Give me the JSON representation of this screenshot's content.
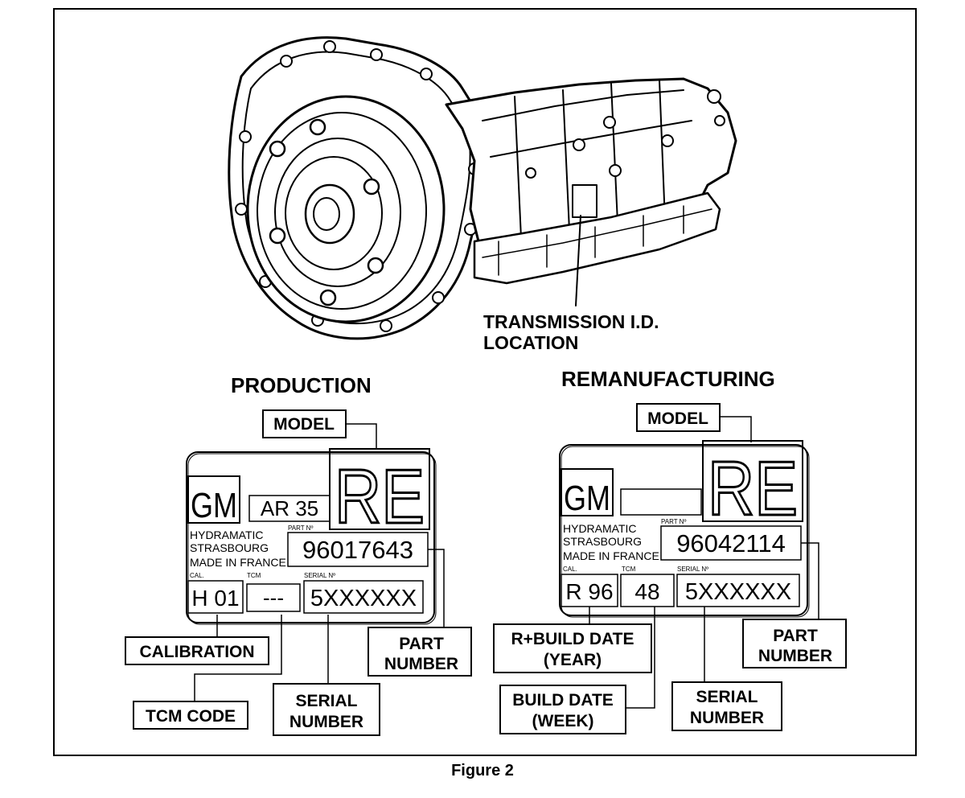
{
  "figure": {
    "caption": "Figure 2",
    "transmission_id_label_line1": "TRANSMISSION I.D.",
    "transmission_id_label_line2": "LOCATION"
  },
  "production": {
    "heading": "PRODUCTION",
    "model_label": "MODEL",
    "plate": {
      "brand": "GM",
      "model_code": "AR 35",
      "model_letters": "RE",
      "maker_line1": "HYDRAMATIC",
      "maker_line2": "STRASBOURG",
      "maker_line3": "MADE IN FRANCE",
      "part_no_caption": "PART Nº",
      "part_no": "96017643",
      "cal_caption": "CAL.",
      "cal_value": "H 01",
      "tcm_caption": "TCM",
      "tcm_value": "---",
      "serial_caption": "SERIAL Nº",
      "serial_value": "5XXXXXX"
    },
    "callouts": {
      "calibration": "CALIBRATION",
      "tcm_code": "TCM CODE",
      "serial_line1": "SERIAL",
      "serial_line2": "NUMBER",
      "part_line1": "PART",
      "part_line2": "NUMBER"
    }
  },
  "remanufacturing": {
    "heading": "REMANUFACTURING",
    "model_label": "MODEL",
    "plate": {
      "brand": "GM",
      "model_letters": "RE",
      "maker_line1": "HYDRAMATIC",
      "maker_line2": "STRASBOURG",
      "maker_line3": "MADE IN FRANCE",
      "part_no_caption": "PART Nº",
      "part_no": "96042114",
      "cal_caption": "CAL.",
      "cal_value": "R 96",
      "tcm_caption": "TCM",
      "tcm_value": "48",
      "serial_caption": "SERIAL Nº",
      "serial_value": "5XXXXXX"
    },
    "callouts": {
      "build_year_line1": "R+BUILD DATE",
      "build_year_line2": "(YEAR)",
      "build_week_line1": "BUILD DATE",
      "build_week_line2": "(WEEK)",
      "serial_line1": "SERIAL",
      "serial_line2": "NUMBER",
      "part_line1": "PART",
      "part_line2": "NUMBER"
    }
  }
}
